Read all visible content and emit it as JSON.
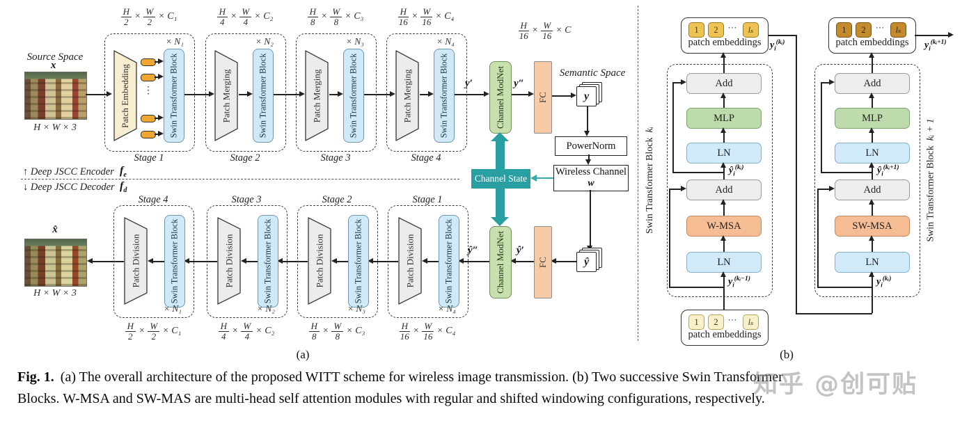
{
  "colors": {
    "teal": "#2a9fa1",
    "swin_blue": "#cfe9f7",
    "embed_tan": "#f7eed2",
    "merge_gray": "#ececec",
    "modnet_green": "#c8e0ae",
    "fc_orange": "#f7cba5",
    "capsule_orange": "#f0a732",
    "mlp_green": "#bedcab",
    "ln_blue": "#d0eaf9",
    "msa_salmon": "#f6bd95",
    "add_gray": "#ededed",
    "token_gold": "#eec353",
    "token_pale": "#f8f0ca",
    "token_brown": "#c48b2e"
  },
  "panel_a": {
    "label": "(a)",
    "source": {
      "space": "Source Space",
      "symbol": "x",
      "dims": "H × W × 3"
    },
    "recon": {
      "symbol": "x̂",
      "dims": "H × W × 3"
    },
    "divider": {
      "enc_arrow": "↑",
      "enc_text": "Deep JSCC Encoder",
      "enc_fn": "f",
      "enc_fn_sub": "e",
      "dec_arrow": "↓",
      "dec_text": "Deep JSCC Decoder",
      "dec_fn": "f",
      "dec_fn_sub": "d"
    },
    "enc_stages": [
      {
        "name": "Stage 1",
        "block1": "Patch Embedding",
        "block2": "Swin Transformer Block",
        "repeat": "× N₁",
        "dim": {
          "n1": "H",
          "d1": "2",
          "x1": "×",
          "n2": "W",
          "d2": "2",
          "end": "× C₁"
        }
      },
      {
        "name": "Stage 2",
        "block1": "Patch Merging",
        "block2": "Swin Transformer Block",
        "repeat": "× N₂",
        "dim": {
          "n1": "H",
          "d1": "4",
          "x1": "×",
          "n2": "W",
          "d2": "4",
          "end": "× C₂"
        }
      },
      {
        "name": "Stage 3",
        "block1": "Patch Merging",
        "block2": "Swin Transformer Block",
        "repeat": "× N₃",
        "dim": {
          "n1": "H",
          "d1": "8",
          "x1": "×",
          "n2": "W",
          "d2": "8",
          "end": "× C₃"
        }
      },
      {
        "name": "Stage 4",
        "block1": "Patch Merging",
        "block2": "Swin Transformer Block",
        "repeat": "× N₄",
        "dim": {
          "n1": "H",
          "d1": "16",
          "x1": "×",
          "n2": "W",
          "d2": "16",
          "end": "× C₄"
        }
      }
    ],
    "dec_stages": [
      {
        "name": "Stage 4",
        "block1": "Patch Division",
        "block2": "Swin Transformer Block",
        "repeat": "× N₁",
        "dim": {
          "n1": "H",
          "d1": "2",
          "x1": "×",
          "n2": "W",
          "d2": "2",
          "end": "× C₁"
        }
      },
      {
        "name": "Stage 3",
        "block1": "Patch Division",
        "block2": "Swin Transformer Block",
        "repeat": "× N₂",
        "dim": {
          "n1": "H",
          "d1": "4",
          "x1": "×",
          "n2": "W",
          "d2": "4",
          "end": "× C₂"
        }
      },
      {
        "name": "Stage 2",
        "block1": "Patch Division",
        "block2": "Swin Transformer Block",
        "repeat": "× N₃",
        "dim": {
          "n1": "H",
          "d1": "8",
          "x1": "×",
          "n2": "W",
          "d2": "8",
          "end": "× C₃"
        }
      },
      {
        "name": "Stage 1",
        "block1": "Patch Division",
        "block2": "Swin Transformer Block",
        "repeat": "× N₄",
        "dim": {
          "n1": "H",
          "d1": "16",
          "x1": "×",
          "n2": "W",
          "d2": "16",
          "end": "× C₄"
        }
      }
    ],
    "mid_dim": {
      "n1": "H",
      "d1": "16",
      "x1": "×",
      "n2": "W",
      "d2": "16",
      "end": "× C"
    },
    "modnet": "Channel ModNet",
    "fc": "FC",
    "semantic_space": "Semantic Space",
    "powernorm": "PowerNorm",
    "wireless": {
      "line1": "Wireless Channel",
      "symbol": "w"
    },
    "channel_state": "Channel State",
    "symbols": {
      "y_prime": "y′",
      "y_dprime": "y″",
      "y": "y",
      "yhat": "ŷ",
      "yhat_prime": "ŷ′",
      "yhat_dprime": "ŷ″",
      "vdots": "⋮"
    }
  },
  "panel_b": {
    "label": "(b)",
    "left": {
      "side_label": {
        "text": "Swin Transformer Block",
        "k": "kᵢ"
      },
      "top_embed": {
        "t1": "1",
        "t2": "2",
        "dots": "⋯",
        "tl": "lₛ",
        "label": "patch embeddings"
      },
      "bottom_embed": {
        "t1": "1",
        "t2": "2",
        "dots": "⋯",
        "tl": "lₛ",
        "label": "patch embeddings"
      },
      "out": {
        "base": "y",
        "sub": "i",
        "sup": "(kᵢ)"
      },
      "mid": {
        "base": "ŷ",
        "sub": "i",
        "sup": "(kᵢ)"
      },
      "in": {
        "base": "y",
        "sub": "i",
        "sup": "(kᵢ−1)"
      },
      "blocks": {
        "add1": "Add",
        "mlp": "MLP",
        "ln1": "LN",
        "add2": "Add",
        "msa": "W-MSA",
        "ln2": "LN"
      }
    },
    "right": {
      "side_label": {
        "text": "Swin Transformer Block",
        "k": "kᵢ + 1"
      },
      "top_embed": {
        "t1": "1",
        "t2": "2",
        "dots": "⋯",
        "tl": "lₛ",
        "label": "patch embeddings"
      },
      "out": {
        "base": "y",
        "sub": "i",
        "sup": "(kᵢ+1)"
      },
      "mid": {
        "base": "ŷ",
        "sub": "i",
        "sup": "(kᵢ+1)"
      },
      "in": {
        "base": "y",
        "sub": "i",
        "sup": "(kᵢ)"
      },
      "blocks": {
        "add1": "Add",
        "mlp": "MLP",
        "ln1": "LN",
        "add2": "Add",
        "msa": "SW-MSA",
        "ln2": "LN"
      }
    }
  },
  "caption": {
    "tag": "Fig. 1.",
    "line1": "(a) The overall architecture of the proposed WITT scheme for wireless image transmission.  (b) Two successive Swin Transformer",
    "line2": "Blocks. W-MSA and SW-MAS are multi-head self attention modules with regular and shifted windowing configurations, respectively."
  },
  "watermark": "知乎 @创可贴"
}
